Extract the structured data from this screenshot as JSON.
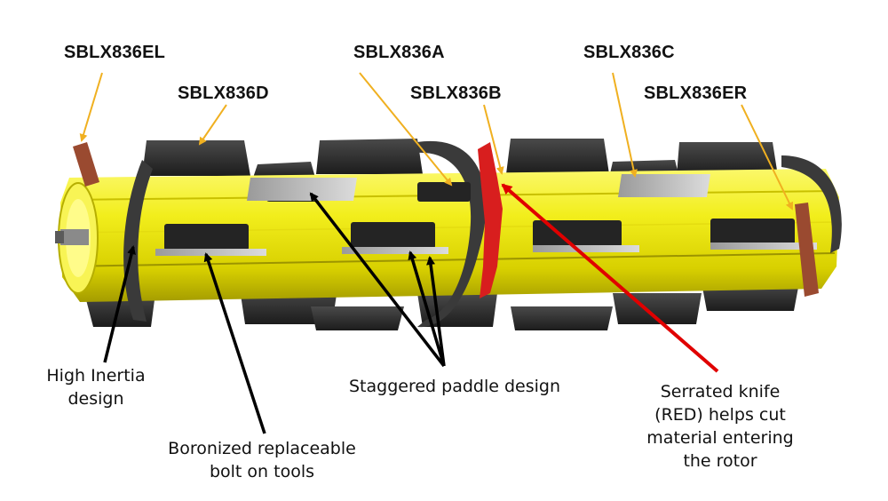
{
  "part_labels": {
    "el": "SBLX836EL",
    "d": "SBLX836D",
    "a": "SBLX836A",
    "b": "SBLX836B",
    "c": "SBLX836C",
    "er": "SBLX836ER"
  },
  "callouts": {
    "inertia": {
      "line1": "High Inertia",
      "line2": "design"
    },
    "boronized": {
      "line1": "Boronized replaceable",
      "line2": "bolt on tools"
    },
    "staggered": {
      "line1": "Staggered paddle design"
    },
    "knife": {
      "line1": "Serrated knife",
      "line2": "(RED) helps cut",
      "line3": "material entering",
      "line4": "the rotor"
    }
  },
  "colors": {
    "rotor_body": "#f2ee1c",
    "paddle": "#2b2b2b",
    "knife": "#d81e1e",
    "leader_part": "#f0b020",
    "leader_feature": "#000000",
    "leader_knife": "#e00000"
  }
}
